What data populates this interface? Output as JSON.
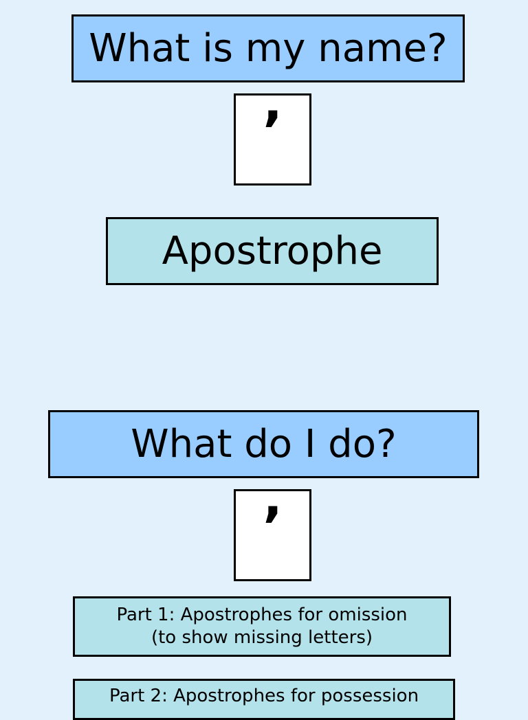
{
  "slide": {
    "question_name": "What is my name?",
    "mark_symbol": "’",
    "answer_name": "Apostrophe",
    "question_do": "What do I do?",
    "part1_line1": "Part 1: Apostrophes for omission",
    "part1_line2": "(to show missing letters)",
    "part2_line1": "Part 2: Apostrophes for possession"
  },
  "colors": {
    "background": "#e3f1fd",
    "question_box": "#99ccff",
    "answer_box": "#b3e2ea",
    "symbol_box": "#ffffff"
  }
}
